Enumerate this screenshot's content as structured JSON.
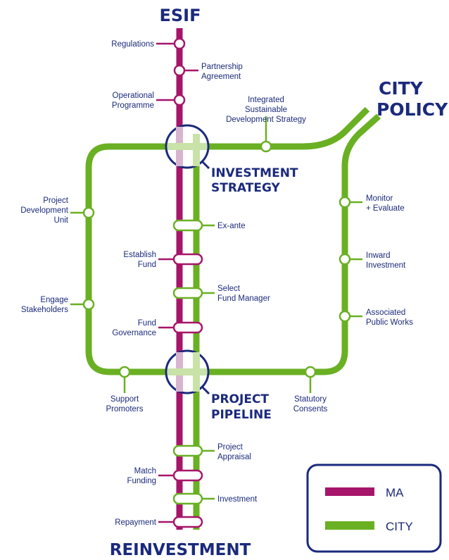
{
  "titles": {
    "top": "ESIF",
    "bottom": "REINVESTMENT",
    "city_line1": "CITY",
    "city_line2": "POLICY",
    "interchange1_line1": "INVESTMENT",
    "interchange1_line2": "STRATEGY",
    "interchange2_line1": "PROJECT",
    "interchange2_line2": "PIPELINE"
  },
  "stations": {
    "regulations": "Regulations",
    "partnership_1": "Partnership",
    "partnership_2": "Agreement",
    "operational_1": "Operational",
    "operational_2": "Programme",
    "isds_1": "Integrated",
    "isds_2": "Sustainable",
    "isds_3": "Development Strategy",
    "pdu_1": "Project",
    "pdu_2": "Development",
    "pdu_3": "Unit",
    "ex_ante": "Ex-ante",
    "establish_1": "Establish",
    "establish_2": "Fund",
    "select_1": "Select",
    "select_2": "Fund Manager",
    "governance_1": "Fund",
    "governance_2": "Governance",
    "engage_1": "Engage",
    "engage_2": "Stakeholders",
    "monitor_1": "Monitor",
    "monitor_2": "+ Evaluate",
    "inward_1": "Inward",
    "inward_2": "Investment",
    "public_1": "Associated",
    "public_2": "Public Works",
    "support_1": "Support",
    "support_2": "Promoters",
    "statutory_1": "Statutory",
    "statutory_2": "Consents",
    "appraisal_1": "Project",
    "appraisal_2": "Appraisal",
    "match_1": "Match",
    "match_2": "Funding",
    "investment": "Investment",
    "repayment": "Repayment"
  },
  "legend": {
    "ma_label": "MA",
    "city_label": "CITY"
  },
  "colors": {
    "ma": "#a6156a",
    "city": "#6ab023",
    "text": "#1b2a7c",
    "interchange_fill": "#d8c7dc"
  }
}
